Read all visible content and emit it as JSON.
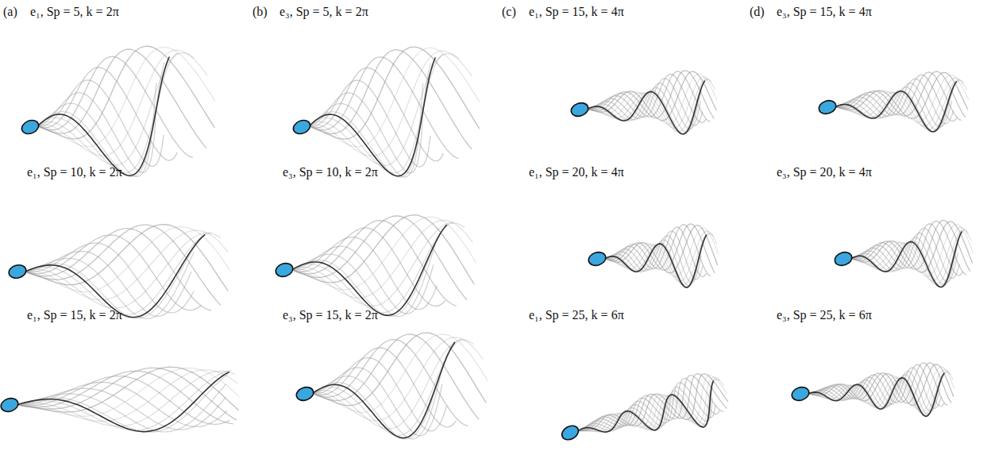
{
  "diagram": {
    "labels": [
      "(a)",
      "e₁, Sp = 5, k = 2π",
      "(b)",
      "e₃, Sp = 5, k = 2π",
      "(c)",
      "e₁, Sp = 15, k = 4π",
      "(d)",
      "e₃, Sp = 15, k = 4π",
      "e₁, Sp = 10, k = 2π",
      "e₃, Sp = 10, k = 2π",
      "e₁, Sp = 20, k = 4π",
      "e₃, Sp = 20, k = 4π",
      "e₁, Sp = 15, k = 2π",
      "e₃, Sp = 15, k = 2π",
      "e₁, Sp = 25, k = 6π",
      "e₃, Sp = 25, k = 6π"
    ]
  }
}
